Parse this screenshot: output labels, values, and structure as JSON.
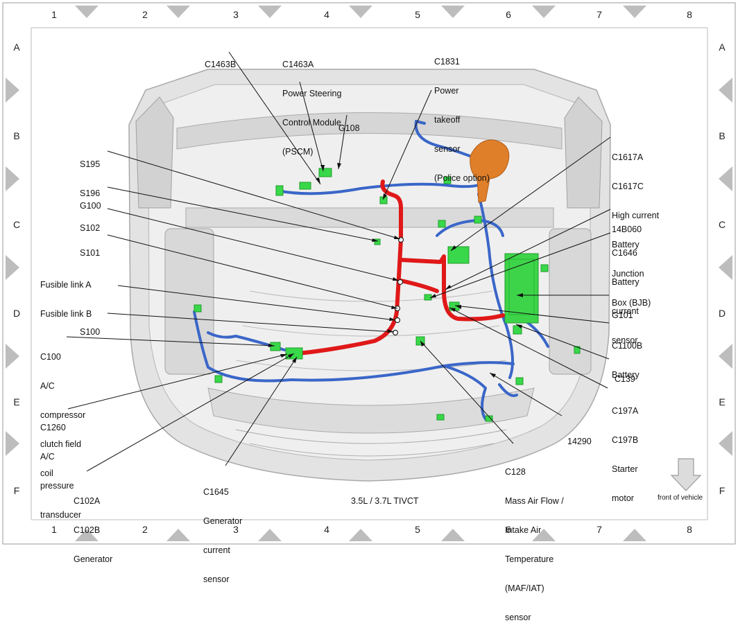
{
  "grid": {
    "columns": [
      "1",
      "2",
      "3",
      "4",
      "5",
      "6",
      "7",
      "8"
    ],
    "rows": [
      "A",
      "B",
      "C",
      "D",
      "E",
      "F"
    ]
  },
  "engine": "3.5L / 3.7L TIVCT",
  "front_note": "front of vehicle",
  "labels": {
    "c1463b": [
      "C1463B"
    ],
    "c1463a": [
      "C1463A",
      "Power Steering",
      "Control Module",
      "(PSCM)"
    ],
    "c1831": [
      "C1831",
      "Power",
      "takeoff",
      "sensor",
      "(Police option)"
    ],
    "g108": [
      "G108"
    ],
    "s195": [
      "S195",
      "S196"
    ],
    "g100": [
      "G100"
    ],
    "s102": [
      "S102"
    ],
    "s101": [
      "S101"
    ],
    "fusible": [
      "Fusible link A",
      "Fusible link B"
    ],
    "s100": [
      "S100"
    ],
    "c100": [
      "C100",
      "A/C",
      "compressor",
      "clutch field",
      "coil"
    ],
    "c1260": [
      "C1260",
      "A/C",
      "pressure",
      "transducer"
    ],
    "c102": [
      "C102A",
      "C102B",
      "Generator"
    ],
    "c1645": [
      "C1645",
      "Generator",
      "current",
      "sensor"
    ],
    "c1617": [
      "C1617A",
      "C1617C",
      "High current",
      "Battery",
      "Junction",
      "Box (BJB)"
    ],
    "14b060": [
      "14B060"
    ],
    "c1646": [
      "C1646",
      "Battery",
      "current",
      "sensor"
    ],
    "g101": [
      "G101"
    ],
    "c1100b": [
      "C1100B",
      "Battery"
    ],
    "c139": [
      "C139"
    ],
    "c197": [
      "C197A",
      "C197B",
      "Starter",
      "motor"
    ],
    "14290": [
      "14290"
    ],
    "c128": [
      "C128",
      "Mass Air Flow /",
      "Intake Air",
      "Temperature",
      "(MAF/IAT)",
      "sensor"
    ]
  },
  "colors": {
    "power_harness": "#e01818",
    "main_harness": "#3a66c8",
    "connector": "#39d84a",
    "battery": "#3ed44a",
    "bjb": "#e07f2a",
    "vehicle_body": "#d9d9d9",
    "border_triangles": "#bdbdbd"
  }
}
